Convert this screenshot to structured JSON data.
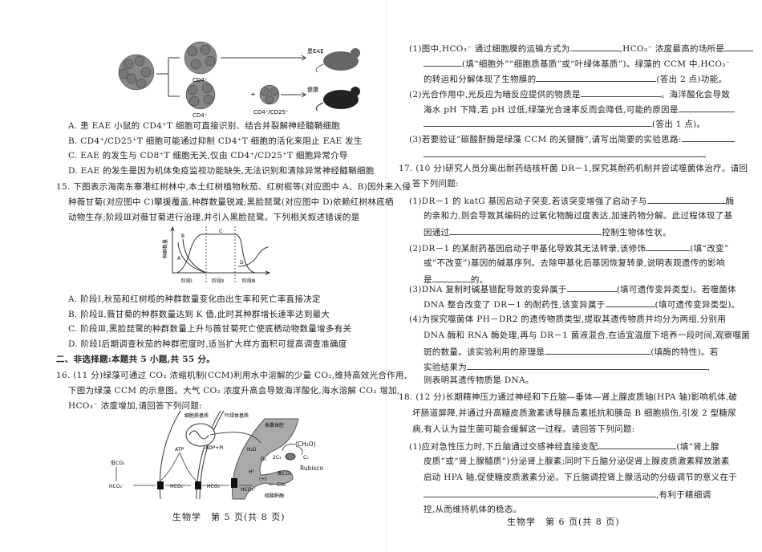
{
  "left": {
    "fig14": {
      "label_cd4_top": "CD4⁺",
      "label_cd4_bottom": "CD4⁺",
      "label_cd4cd25": "CD4⁺/CD25⁺",
      "label_eae": "患EAE",
      "label_healthy": "健康"
    },
    "q14_options": [
      "A. 患 EAE 小鼠的 CD4⁺T 细胞可直接识别、结合并裂解神经髓鞘细胞",
      "B. CD4⁺/CD25⁺T 细胞可能通过抑制 CD4⁺T 细胞的活化来阻止 EAE 发生",
      "C. EAE 的发生与 CD8⁺T 细胞无关,仅由 CD4⁺/CD25⁺T 细胞异常介导",
      "D. EAE 的发生是因为机体免疫监视功能缺失,无法识别和清除异常神经髓鞘细胞"
    ],
    "q15_stem": [
      "15. 下图表示海南东寨港红树林中,本土红树植物秋茄、红树榄等(对应图中 A、B)因外来入侵",
      "种薇甘菊(对应图中 C)攀援覆盖,种群数量锐减;黑脸琵鹭(对应图中 D)依赖红树林底栖",
      "动物生存;阶段Ⅲ对薇甘菊进行治理,并引入黑脸琵鹭。下列相关叙述错误的是"
    ],
    "fig15": {
      "ylabel": "种群数量",
      "curve_labels": [
        "A",
        "B",
        "C",
        "D"
      ],
      "stages": [
        "阶段Ⅰ",
        "阶段Ⅱ",
        "阶段Ⅲ"
      ]
    },
    "q15_options": [
      "A. 阶段Ⅰ,秋茄和红树榄的种群数量变化由出生率和死亡率直接决定",
      "B. 阶段Ⅱ,薇甘菊的种群数量达到 K 值,此时其种群增长速率达到最大",
      "C. 阶段Ⅲ,黑脸琵鹭的种群数量上升与薇甘菊死亡使底栖动物数量增多有关",
      "D. 阶段Ⅰ后期调查秋茄的种群密度时,适当扩大样方面积可提高调查准确度"
    ],
    "section_title": "二、非选择题:本题共 5 小题,共 55 分。",
    "q16_stem": [
      "16. (11 分)绿藻可通过 CO₂ 浓缩机制(CCM)利用水中溶解的少量 CO₂,维持高效光合作用,",
      "下图为绿藻 CCM 的示意图。大气 CO₂ 浓度升高会导致海洋酸化,海水溶解 CO₂ 增加,",
      "HCO₃⁻ 浓度增加,请回答下列问题:"
    ],
    "fig16": {
      "cytoplasm": "细胞质基质",
      "stroma": "叶绿体基质",
      "thylakoid": "类囊体腔",
      "adp": "ADP+Pi",
      "atp": "ATP",
      "low_co2": "低CO₂",
      "hco3": "HCO₃⁻",
      "h2o": "H₂O",
      "o2": "O₂",
      "h": "H⁺",
      "plus": "(+)",
      "co2": "CO₂",
      "high_co2": "高CO₂",
      "ch2o": "(CH₂O)",
      "c3": "2C₃",
      "c5": "C₅",
      "rubisco": "Rubisco",
      "ca": "碳酸酐酶"
    },
    "footer": "生物学　第 5 页(共 8 页)"
  },
  "right": {
    "q16_1": [
      "(1)图中,HCO₃⁻ 通过细胞膜的运输方式为",
      ",HCO₃⁻ 浓度最高的场所是",
      "(填“细胞外”“细胞质基质”或“叶绿体基质”)。绿藻的 CCM 中,HCO₃⁻",
      "的转运和分解体现了生物膜的",
      "(答出 2 点)功能。"
    ],
    "q16_2": [
      "(2)光合作用中,光反应为暗反应提供的物质是",
      "。海洋酸化会导致",
      "海水 pH 下降,若 pH 过低,绿藻光合速率反而会降低,可能的原因是",
      "(答出 1 点)。"
    ],
    "q16_3": [
      "(3)若要验证“碳酸酐酶是绿藻 CCM 的关键酶”,请写出简要的实验思路:",
      "。"
    ],
    "q17_stem": [
      "17. (10 分)研究人员分离出耐药结核杆菌 DR－1,探究其耐药机制并尝试噬菌体治疗。请回",
      "答下列问题:"
    ],
    "q17_1": [
      "(1)DR－1 的 katG 基因启动子突变,若该突变增强了启动子与",
      "酶",
      "的亲和力,则会导致其编码的过氧化物酶过度表达,加速药物分解。此过程体现了基",
      "因通过",
      "控制生物体性状。"
    ],
    "q17_2": [
      "(2)DR－1 的某耐药基因启动子甲基化导致其无法转录,该修饰",
      "(填“改变”",
      "或“不改变”)基因的碱基序列。去除甲基化后基因恢复转录,说明表观遗传的影响",
      "是",
      "的。"
    ],
    "q17_3": [
      "(3)DNA 复制时碱基错配导致的变异属于",
      "(填可遗传变异类型)。若噬菌体",
      "DNA 整合改变了 DR－1 的耐药性,该变异属于",
      "(填可遗传变异类型)。"
    ],
    "q17_4": [
      "(4)为探究噬菌体 PH－DR2 的遗传物质类型,提取其遗传物质并均分为两组,分别用",
      "DNA 酶和 RNA 酶处理,再与 DR－1 菌液混合,在适宜温度下培养一段时间,观察噬菌",
      "斑的数量。该实验利用的原理是",
      "(填酶的特性)。若",
      "实验结果为",
      ",",
      "则表明其遗传物质是 DNA。"
    ],
    "q18_stem": [
      "18. (12 分)长期精神压力通过神经和下丘脑—垂体—肾上腺皮质轴(HPA 轴)影响机体,破",
      "坏肠道屏障,并通过升高糖皮质激素诱导胰岛素抵抗和胰岛 B 细胞损伤,引发 2 型糖尿",
      "病,有人认为益生菌可能会缓解这一过程。请回答下列问题:"
    ],
    "q18_1": [
      "(1)应对急性压力时,下丘脑通过交感神经直接支配",
      "(填“肾上腺",
      "皮质”或“肾上腺髓质”)分泌肾上腺素;同时下丘脑分泌促肾上腺皮质激素释放激素",
      "启动 HPA 轴,促使糖皮质激素分泌。下丘脑调控肾上腺活动的分级调节的意义在于",
      ",有利于精细调",
      "控,从而维持机体的稳态。"
    ],
    "footer": "生物学　第 6 页(共 8 页)"
  }
}
